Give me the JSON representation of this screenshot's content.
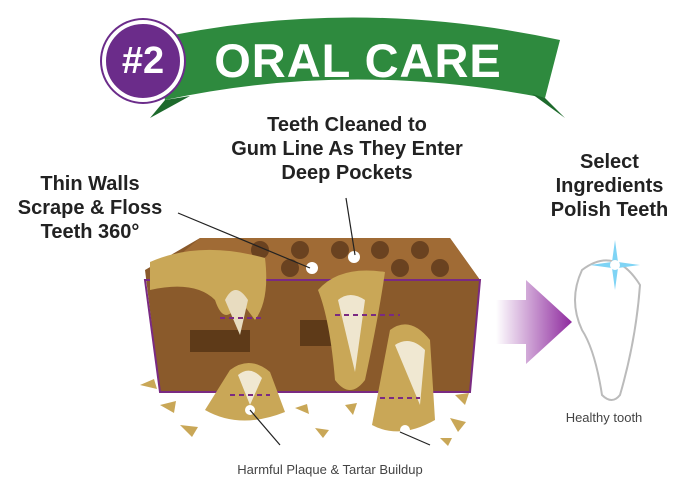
{
  "banner": {
    "rank": "#2",
    "title": "ORAL CARE"
  },
  "callouts": {
    "thin_walls": [
      "Thin Walls",
      "Scrape & Floss",
      "Teeth 360°"
    ],
    "gum_line": [
      "Teeth Cleaned to",
      "Gum Line As They Enter",
      "Deep Pockets"
    ],
    "ingredients": [
      "Select",
      "Ingredients",
      "Polish Teeth"
    ]
  },
  "captions": {
    "plaque": "Harmful Plaque & Tartar Buildup",
    "healthy": "Healthy tooth"
  },
  "colors": {
    "purple": "#6b2c8a",
    "green": "#2e8a3e",
    "chew": "#8a5a2b",
    "plaque": "#c9a757"
  }
}
